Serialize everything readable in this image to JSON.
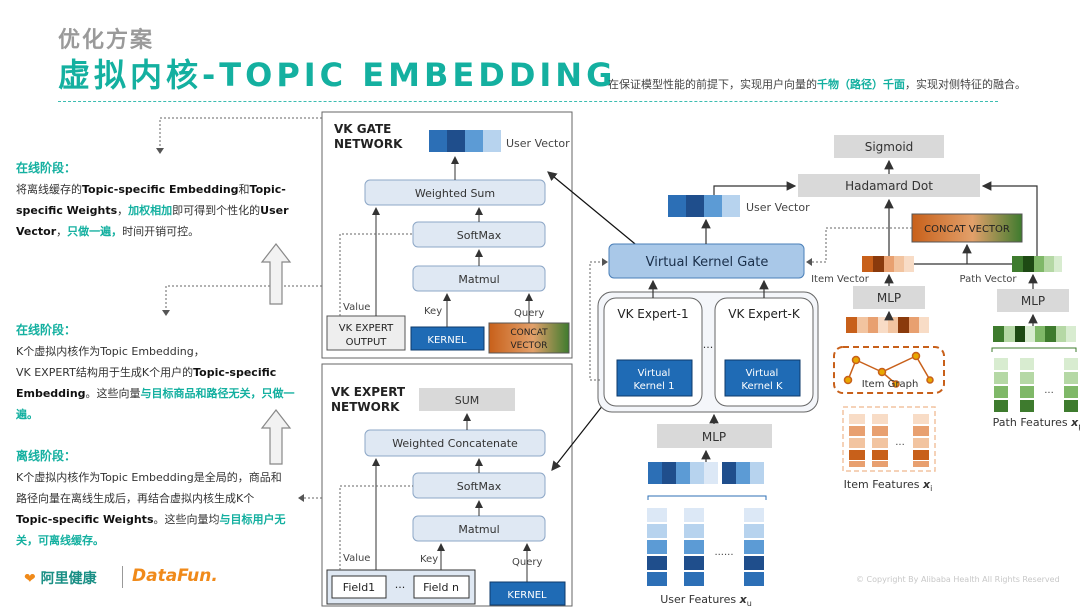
{
  "header": {
    "subtitle": "优化方案",
    "title": "虚拟内核-TOPIC EMBEDDING",
    "desc_pre": "在保证模型性能的前提下，实现用户向量的",
    "desc_hl": "千物（路径）千面",
    "desc_post": "，实现对侧特征的融合。"
  },
  "left": {
    "s1_title": "在线阶段：",
    "s1_t1": "将离线缓存的",
    "s1_b1": "Topic-specific Embedding",
    "s1_t2": "和",
    "s1_b2": "Topic-specific Weights",
    "s1_t3": "，",
    "s1_g1": "加权相加",
    "s1_t4": "即可得到个性化的",
    "s1_b3": "User Vector",
    "s1_t5": "，",
    "s1_g2": "只做一遍，",
    "s1_t6": "时间开销可控。",
    "s2_title": "在线阶段：",
    "s2_t1": "K个虚拟内核作为Topic Embedding，",
    "s2_t2": "VK EXPERT结构用于生成K个用户的",
    "s2_b1": "Topic-specific Embedding",
    "s2_t3": "。这些向量",
    "s2_g1": "与目标商品和路径无关，只做一遍。",
    "s3_title": "离线阶段：",
    "s3_t1": "K个虚拟内核作为Topic Embedding是全局的，商品和路径向量在离线生成后，再结合虚拟内核生成K个",
    "s3_b1": "Topic-specific Weights",
    "s3_t2": "。这些向量均",
    "s3_g1": "与目标用户无关，可离线缓存。"
  },
  "gate": {
    "title1": "VK GATE",
    "title2": "NETWORK",
    "user_vector": "User Vector",
    "weighted_sum": "Weighted Sum",
    "softmax": "SoftMax",
    "matmul": "Matmul",
    "value": "Value",
    "key": "Key",
    "query": "Query",
    "vk_out1": "VK EXPERT",
    "vk_out2": "OUTPUT",
    "kernel": "KERNEL",
    "concat1": "CONCAT",
    "concat2": "VECTOR"
  },
  "expert": {
    "title1": "VK EXPERT",
    "title2": "NETWORK",
    "sum": "SUM",
    "weighted_concat": "Weighted Concatenate",
    "softmax": "SoftMax",
    "matmul": "Matmul",
    "value": "Value",
    "key": "Key",
    "query": "Query",
    "field1": "Field1",
    "dots": "···",
    "fieldn": "Field n",
    "kernel": "KERNEL"
  },
  "right": {
    "sigmoid": "Sigmoid",
    "hadamard": "Hadamard Dot",
    "concat_vector": "CONCAT VECTOR",
    "user_vector": "User Vector",
    "item_vector": "Item Vector",
    "path_vector": "Path Vector",
    "vk_gate": "Virtual Kernel Gate",
    "mlp": "MLP",
    "vk_expert1": "VK Expert-1",
    "vk_expertk": "VK Expert-K",
    "vkern1_a": "Virtual",
    "vkern1_b": "Kernel 1",
    "vkernk_a": "Virtual",
    "vkernk_b": "Kernel K",
    "dots": "···",
    "item_graph": "Item Graph",
    "user_features": "User Features",
    "item_features": "Item Features",
    "path_features": "Path Features",
    "sub_u": "u",
    "sub_i": "i",
    "sub_p": "p",
    "ellipsis": "......"
  },
  "footer": {
    "logo1": "阿里健康",
    "logo2": "DataFun.",
    "copyright": "© Copyright By Alibaba Health All Rights Reserved"
  },
  "colors": {
    "accent": "#14b0a0",
    "navy": "#1f4e8c",
    "box_light": "#dfe8f3",
    "gate_blue": "#a9c8e8",
    "orange": "#c8601a",
    "green": "#3e7b2e"
  }
}
